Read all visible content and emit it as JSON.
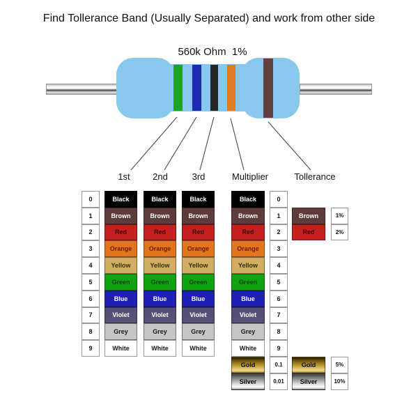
{
  "title": "Find Tollerance Band (Usually Separated) and work from other side",
  "resistor": {
    "label": "560k Ohm  1%",
    "body_color": "#89c8ed",
    "bands": [
      {
        "name": "green",
        "color": "#1fa122"
      },
      {
        "name": "blue",
        "color": "#1e2ab4"
      },
      {
        "name": "black",
        "color": "#262626"
      },
      {
        "name": "orange",
        "color": "#e07c26"
      },
      {
        "name": "brown",
        "color": "#63413f"
      }
    ]
  },
  "headers": [
    "1st",
    "2nd",
    "3rd",
    "Multiplier",
    "Tollerance"
  ],
  "color_rows": [
    {
      "digit": "0",
      "name": "Black",
      "bg": "#000000",
      "fg": "#ffffff"
    },
    {
      "digit": "1",
      "name": "Brown",
      "bg": "#5e3c3c",
      "fg": "#ffffff"
    },
    {
      "digit": "2",
      "name": "Red",
      "bg": "#c42020",
      "fg": "#3f0505"
    },
    {
      "digit": "3",
      "name": "Orange",
      "bg": "#e2761f",
      "fg": "#6b1d00"
    },
    {
      "digit": "4",
      "name": "Yellow",
      "bg": "#d2ae62",
      "fg": "#332e00"
    },
    {
      "digit": "5",
      "name": "Green",
      "bg": "#12a312",
      "fg": "#063f06"
    },
    {
      "digit": "6",
      "name": "Blue",
      "bg": "#1f1fb4",
      "fg": "#ffffff"
    },
    {
      "digit": "7",
      "name": "Violet",
      "bg": "#555078",
      "fg": "#ffffff"
    },
    {
      "digit": "8",
      "name": "Grey",
      "bg": "#c5c5c5",
      "fg": "#1a1a1a"
    },
    {
      "digit": "9",
      "name": "White",
      "bg": "#ffffff",
      "fg": "#1a1a1a"
    }
  ],
  "metallic_rows": [
    {
      "name": "Gold",
      "multiplier": "0.1",
      "tolerance": "5%",
      "gradient": [
        "#241c04",
        "#8a6914",
        "#c9a83c",
        "#f0dc90",
        "#ab8420"
      ]
    },
    {
      "name": "Silver",
      "multiplier": "0.01",
      "tolerance": "10%",
      "gradient": [
        "#3c3c3c",
        "#8c8c8c",
        "#d2d2d2",
        "#ffffff",
        "#909090"
      ]
    }
  ],
  "tolerance_rows": [
    {
      "row": 1,
      "name": "Brown",
      "value": "1%",
      "bg": "#5e3c3c",
      "fg": "#ffffff"
    },
    {
      "row": 2,
      "name": "Red",
      "value": "2%",
      "bg": "#c42020",
      "fg": "#3f0505"
    }
  ]
}
